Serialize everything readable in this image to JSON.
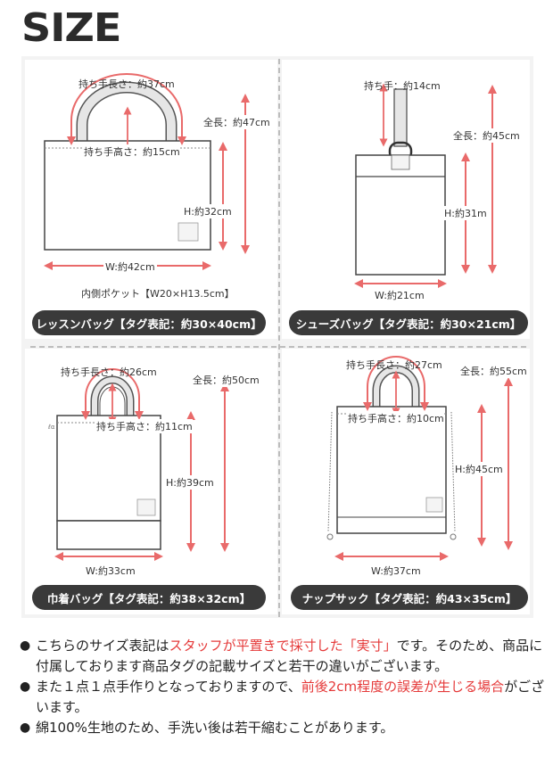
{
  "title": "SIZE",
  "colors": {
    "accent": "#e96a6a",
    "pill_bg": "#3a3a3a",
    "highlight": "#e53a3a"
  },
  "bags": [
    {
      "pill": "レッスンバッグ【タグ表記：約30×40cm】",
      "handle_length": "持ち手長さ：約37cm",
      "handle_height": "持ち手高さ：約15cm",
      "total_length": "全長：約47cm",
      "height": "H:約32cm",
      "width": "W:約42cm",
      "pocket": "内側ポケット【W20×H13.5cm】"
    },
    {
      "pill": "シューズバッグ【タグ表記：約30×21cm】",
      "handle": "持ち手：約14cm",
      "total_length": "全長：約45cm",
      "height": "H:約31m",
      "width": "W:約21cm"
    },
    {
      "pill": "巾着バッグ【タグ表記：約38×32cm】",
      "handle_length": "持ち手長さ：約26cm",
      "handle_height": "持ち手高さ：約11cm",
      "total_length": "全長：約50cm",
      "height": "H:約39cm",
      "width": "W:約33cm"
    },
    {
      "pill": "ナップサック【タグ表記：約43×35cm】",
      "handle_length": "持ち手長さ：約27cm",
      "handle_height": "持ち手高さ：約10cm",
      "total_length": "全長：約55cm",
      "height": "H:約45cm",
      "width": "W:約37cm"
    }
  ],
  "notes": [
    {
      "bullet": "●",
      "parts": [
        {
          "text": "こちらのサイズ表記は",
          "red": false
        },
        {
          "text": "スタッフが平置きで採寸した「実寸」",
          "red": true
        },
        {
          "text": "です。そのため、商品に付属しております商品タグの記載サイズと若干の違いがございます。",
          "red": false
        }
      ]
    },
    {
      "bullet": "●",
      "parts": [
        {
          "text": "また１点１点手作りとなっておりますので、",
          "red": false
        },
        {
          "text": "前後2cm程度の誤差が生じる場合",
          "red": true
        },
        {
          "text": "がございます。",
          "red": false
        }
      ]
    },
    {
      "bullet": "●",
      "parts": [
        {
          "text": "綿100%生地のため、手洗い後は若干縮むことがあります。",
          "red": false
        }
      ]
    }
  ]
}
